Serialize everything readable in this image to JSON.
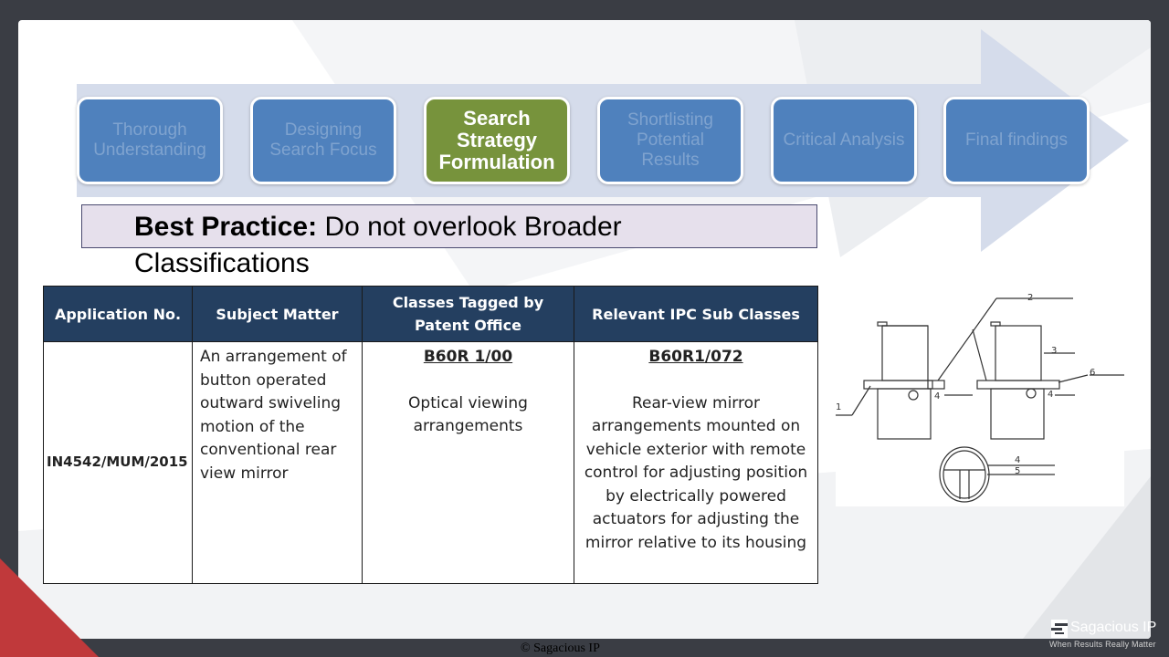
{
  "process_steps": [
    {
      "label": "Thorough Understanding",
      "active": false
    },
    {
      "label": "Designing Search Focus",
      "active": false
    },
    {
      "label": "Search Strategy Formulation",
      "active": true
    },
    {
      "label": "Shortlisting Potential Results",
      "active": false
    },
    {
      "label": "Critical Analysis",
      "active": false
    },
    {
      "label": "Final findings",
      "active": false
    }
  ],
  "best_practice": {
    "bold": "Best Practice:",
    "text": " Do not overlook Broader Classifications"
  },
  "table": {
    "headers": [
      "Application No.",
      "Subject Matter",
      "Classes Tagged by Patent Office",
      "Relevant IPC  Sub Classes"
    ],
    "row": {
      "application_no": "IN4542/MUM/2015",
      "subject_matter": "An arrangement of button operated outward swiveling motion of the conventional rear view mirror",
      "class_code": "B60R 1/00",
      "class_desc": "Optical viewing arrangements",
      "ipc_code": "B60R1/072",
      "ipc_desc": "Rear-view mirror arrangements mounted on vehicle exterior with remote control for adjusting position by electrically powered actuators for adjusting the mirror relative to its housing"
    }
  },
  "drawing_labels": {
    "l1": "1",
    "l2": "2",
    "l3": "3",
    "l4a": "4",
    "l4b": "4",
    "l4c": "4",
    "l5": "5",
    "l6": "6"
  },
  "footer": {
    "copyright": "© Sagacious  IP",
    "brand": "Sagacious IP",
    "tagline": "When Results Really Matter"
  },
  "colors": {
    "step_blue": "#4f81bd",
    "step_active": "#77933c",
    "header_navy": "#243f60",
    "best_bg": "#e6e0ec"
  }
}
